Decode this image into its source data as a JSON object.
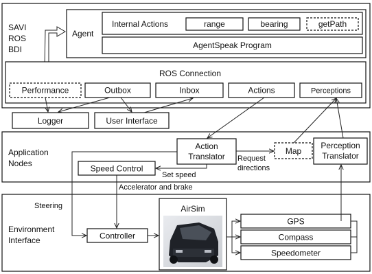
{
  "layers": {
    "savi": [
      "SAVI",
      "ROS",
      "BDI"
    ],
    "application": [
      "Application",
      "Nodes"
    ],
    "environment": [
      "Environment",
      "Interface"
    ]
  },
  "agent": {
    "label": "Agent",
    "internal_actions": "Internal Actions",
    "range": "range",
    "bearing": "bearing",
    "get_path": "getPath",
    "program": "AgentSpeak Program"
  },
  "ros": {
    "title": "ROS Connection",
    "performance": "Performance",
    "outbox": "Outbox",
    "inbox": "Inbox",
    "actions": "Actions",
    "perceptions": "Perceptions"
  },
  "tools": {
    "logger": "Logger",
    "user_interface": "User Interface"
  },
  "app_nodes": {
    "action_translator": [
      "Action",
      "Translator"
    ],
    "map": "Map",
    "perception_translator": [
      "Perception",
      "Translator"
    ],
    "speed_control": "Speed Control",
    "request_directions": [
      "Request",
      "directions"
    ],
    "set_speed": "Set speed",
    "accelerator_brake": "Accelerator and brake"
  },
  "environment": {
    "steering": "Steering",
    "controller": "Controller",
    "airsim": "AirSim",
    "gps": "GPS",
    "compass": "Compass",
    "speedometer": "Speedometer"
  }
}
